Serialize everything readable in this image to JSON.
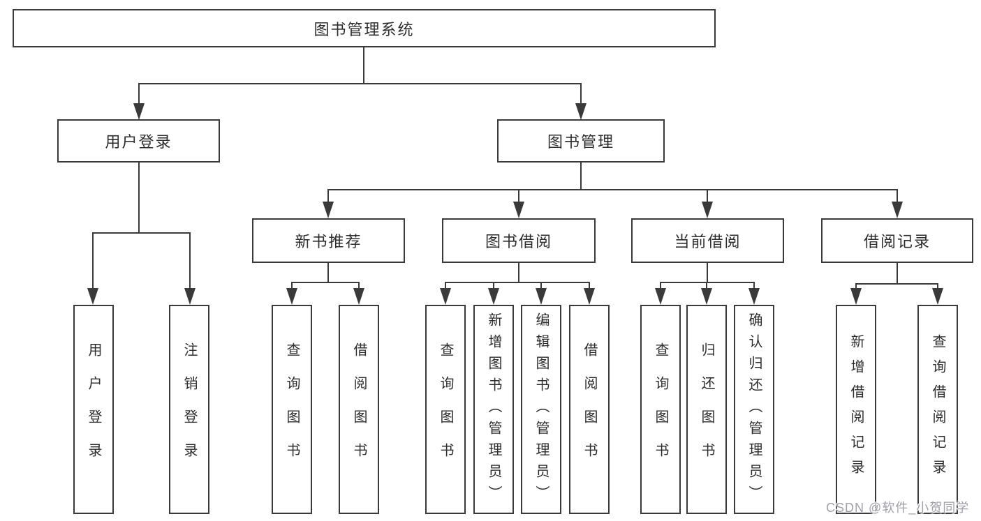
{
  "diagram": {
    "root": {
      "label": "图书管理系统"
    },
    "level2": [
      {
        "label": "用户登录"
      },
      {
        "label": "图书管理"
      }
    ],
    "level3": [
      {
        "label": "新书推荐"
      },
      {
        "label": "图书借阅"
      },
      {
        "label": "当前借阅"
      },
      {
        "label": "借阅记录"
      }
    ],
    "leaves": {
      "user_login": [
        {
          "label": "用户登录"
        },
        {
          "label": "注销登录"
        }
      ],
      "new_book_recommendation": [
        {
          "label": "查询图书"
        },
        {
          "label": "借阅图书"
        }
      ],
      "book_borrowing": [
        {
          "label": "查询图书"
        },
        {
          "label": "新增图书（管理员）"
        },
        {
          "label": "编辑图书（管理员）"
        },
        {
          "label": "借阅图书"
        }
      ],
      "current_borrowing": [
        {
          "label": "查询图书"
        },
        {
          "label": "归还图书"
        },
        {
          "label": "确认归还（管理员）"
        }
      ],
      "borrowing_records": [
        {
          "label": "新增借阅记录"
        },
        {
          "label": "查询借阅记录"
        }
      ]
    }
  },
  "watermark": {
    "text": "CSDN @软件_小贺同学"
  },
  "colors": {
    "line": "#3a3a3a",
    "text": "#2d2d2d",
    "watermark": "#9fa0a8",
    "background": "#ffffff"
  }
}
